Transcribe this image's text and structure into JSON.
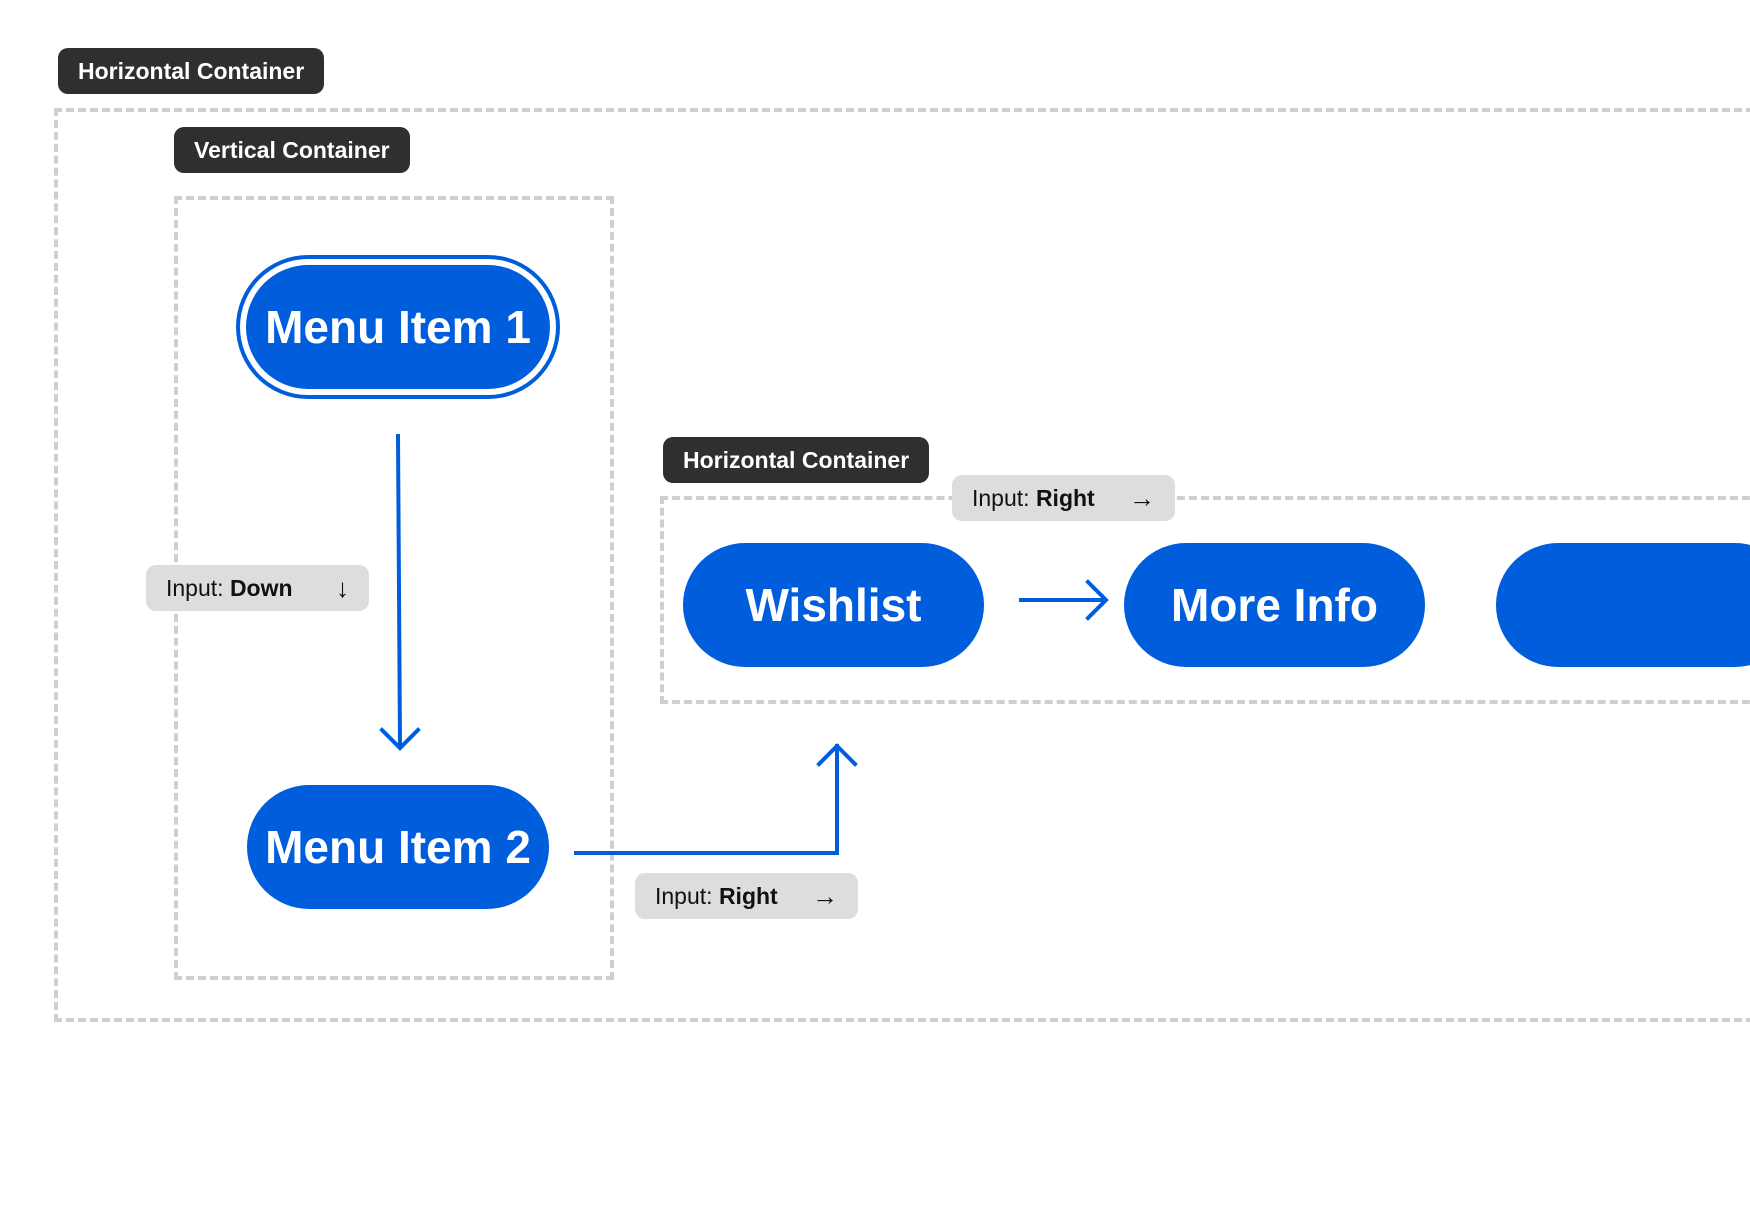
{
  "containers": {
    "outer_label": "Horizontal Container",
    "vertical_label": "Vertical Container",
    "inner_label": "Horizontal Container"
  },
  "menu_items": {
    "item1": "Menu Item 1",
    "item2": "Menu Item 2",
    "wishlist": "Wishlist",
    "more_info": "More Info"
  },
  "inputs": {
    "prefix": "Input:",
    "down": {
      "direction": "Down",
      "arrow": "↓"
    },
    "right_bottom": {
      "direction": "Right",
      "arrow": "→"
    },
    "right_top": {
      "direction": "Right",
      "arrow": "→"
    }
  },
  "colors": {
    "accent": "#005ddc",
    "tag_bg": "#2f2f2f",
    "badge_bg": "#dddddd",
    "dashed_border": "#cfcfcf"
  }
}
